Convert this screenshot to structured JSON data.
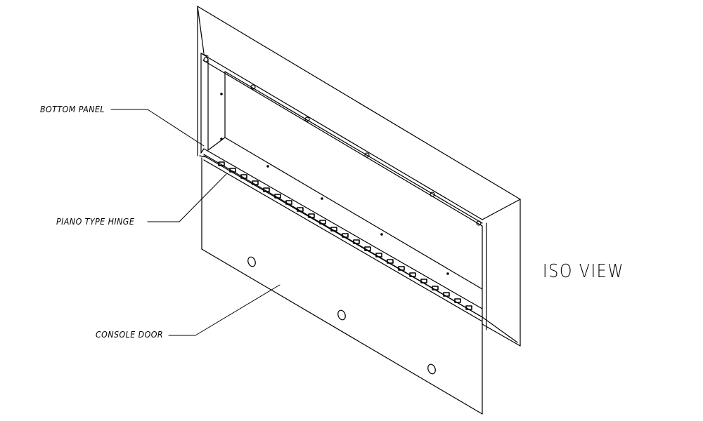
{
  "labels": {
    "bottom_panel": "BOTTOM PANEL",
    "piano_hinge": "PIANO TYPE HINGE",
    "console_door": "CONSOLE DOOR"
  },
  "view_title": "ISO VIEW",
  "colors": {
    "line": "#000000",
    "background": "#ffffff"
  }
}
